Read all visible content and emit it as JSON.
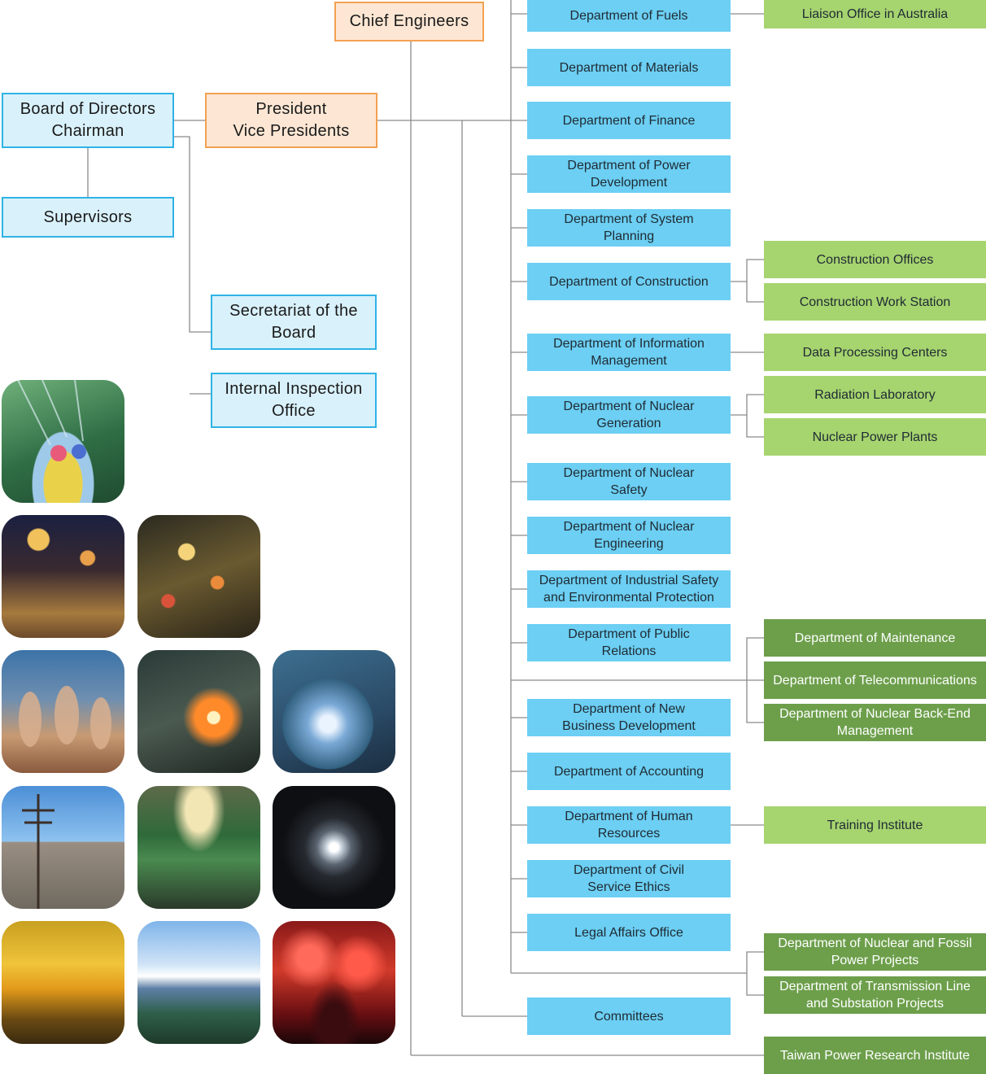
{
  "colors": {
    "executive_fill": "#d9f1fb",
    "executive_border": "#2fb3e6",
    "officer_fill": "#fde7d4",
    "officer_border": "#f2a150",
    "department": "#6ccff3",
    "field_unit": "#a6d46f",
    "support_unit": "#6d9f4b",
    "connector": "#8a8a8a"
  },
  "executive": {
    "board": "Board of Directors\nChairman",
    "supervisors": "Supervisors",
    "president": "President\nVice Presidents",
    "chief_engineers": "Chief Engineers",
    "secretariat": "Secretariat of the\nBoard",
    "internal_inspection": "Internal Inspection\nOffice"
  },
  "departments": [
    "Department of Fuels",
    "Department of Materials",
    "Department of Finance",
    "Department of Power\nDevelopment",
    "Department of System\nPlanning",
    "Department of Construction",
    "Department of Information\nManagement",
    "Department of Nuclear\nGeneration",
    "Department of Nuclear\nSafety",
    "Department of Nuclear\nEngineering",
    "Department of Industrial Safety\nand Environmental Protection",
    "Department of Public\nRelations",
    "Department of New\nBusiness Development",
    "Department of Accounting",
    "Department of Human\nResources",
    "Department of Civil\nService Ethics",
    "Legal Affairs Office",
    "Committees"
  ],
  "field_units": {
    "liaison_office": "Liaison Office in Australia",
    "construction_offices": "Construction Offices",
    "construction_work_station": "Construction Work Station",
    "data_processing_centers": "Data Processing Centers",
    "radiation_laboratory": "Radiation Laboratory",
    "nuclear_power_plants": "Nuclear Power Plants",
    "training_institute": "Training Institute"
  },
  "support_units": {
    "maintenance": "Department of Maintenance",
    "telecommunications": "Department of Telecommunications",
    "nuclear_back_end": "Department of Nuclear Back-End\nManagement",
    "nuclear_fossil_projects": "Department of Nuclear and Fossil\nPower Projects",
    "transmission_projects": "Department of Transmission Line\nand Substation Projects",
    "research_institute": "Taiwan Power Research Institute"
  },
  "photos": [
    "amusement-swing-ride",
    "night-market-stalls",
    "night-market-crowd",
    "folk-dancers",
    "welder-sparks",
    "glass-globe-hand",
    "utility-pole-stone-house",
    "control-room",
    "reactor-interior",
    "sunset-wind-turbines",
    "mountain-sea-of-clouds",
    "red-light-tunnel"
  ]
}
